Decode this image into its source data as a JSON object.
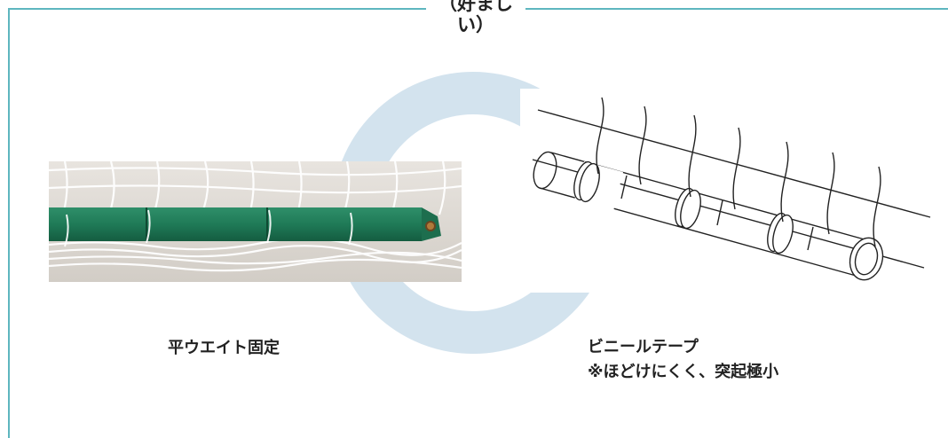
{
  "section": {
    "title": "（好ましい）",
    "border_color": "#5eb6bf",
    "ring_color": "#d3e3ee"
  },
  "left": {
    "image_icon": "green-padded-rope-weight-photo",
    "caption": "平ウエイト固定"
  },
  "right": {
    "image_icon": "pipe-with-vinyl-tape-illustration",
    "caption_line1": "ビニールテープ",
    "caption_line2": "※ほどけにくく、突起極小"
  }
}
